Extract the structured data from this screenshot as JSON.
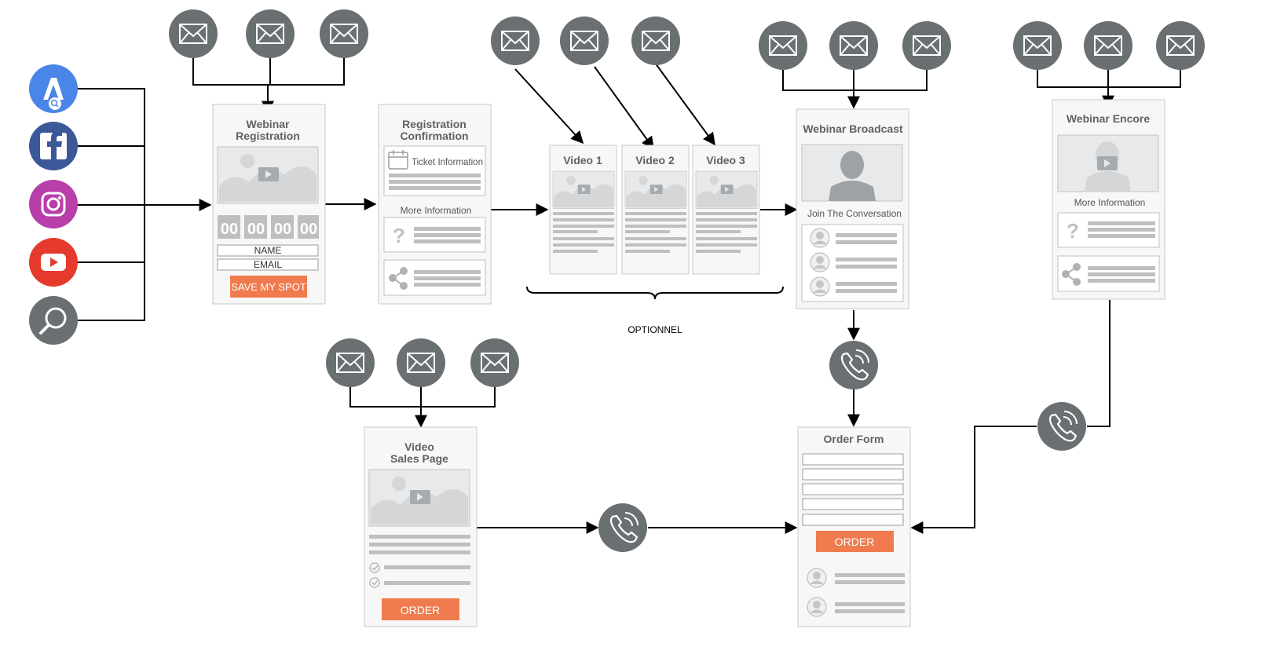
{
  "colors": {
    "node_gray": "#6a6f72",
    "page_border": "#c8c8c8",
    "page_fill": "#f7f7f7",
    "placeholder": "#bdbfc1",
    "orange": "#ef7b4e",
    "google_ads": "#4a86e8",
    "facebook": "#3b5998",
    "instagram": "#b83fa9",
    "youtube": "#e53a2c",
    "search": "#6a6f72"
  },
  "sources": [
    {
      "name": "google-ads",
      "icon": "google-ads-icon"
    },
    {
      "name": "facebook",
      "icon": "facebook-icon"
    },
    {
      "name": "instagram",
      "icon": "instagram-icon"
    },
    {
      "name": "youtube",
      "icon": "youtube-icon"
    },
    {
      "name": "search",
      "icon": "search-icon"
    }
  ],
  "pages": {
    "webinar_registration": {
      "title_line1": "Webinar",
      "title_line2": "Registration",
      "timer": [
        "00",
        "00",
        "00",
        "00"
      ],
      "name_field": "NAME",
      "email_field": "EMAIL",
      "button": "SAVE MY SPOT"
    },
    "registration_confirmation": {
      "title_line1": "Registration",
      "title_line2": "Confirmation",
      "ticket_label": "Ticket Information",
      "more_info": "More Information"
    },
    "video1": {
      "title": "Video 1"
    },
    "video2": {
      "title": "Video 2"
    },
    "video3": {
      "title": "Video 3"
    },
    "optional_label": "OPTIONNEL",
    "webinar_broadcast": {
      "title": "Webinar Broadcast",
      "conversation_label": "Join The Conversation"
    },
    "webinar_encore": {
      "title": "Webinar Encore",
      "more_info": "More Information"
    },
    "video_sales_page": {
      "title_line1": "Video",
      "title_line2": "Sales Page",
      "button": "ORDER"
    },
    "order_form": {
      "title": "Order Form",
      "button": "ORDER"
    }
  }
}
